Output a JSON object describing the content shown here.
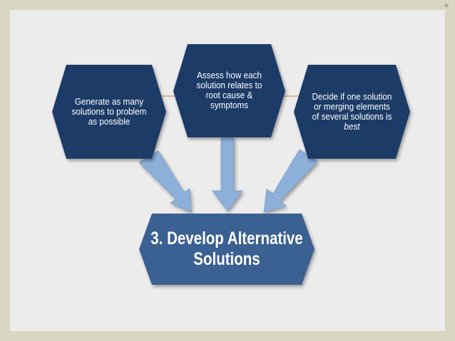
{
  "corner_icon": "four-point-sparkle-icon",
  "colors": {
    "outer_background": "#d9d6c1",
    "slide_background": "#ececec",
    "dark_hexagon": "#1e3a66",
    "main_hexagon": "#3a6192",
    "arrow_fill": "#8db0da",
    "connector_line": "#c8873a"
  },
  "nodes": {
    "left": {
      "lines": [
        "Generate as many",
        "solutions to problem",
        "as possible"
      ]
    },
    "center": {
      "lines": [
        "Assess how each",
        "solution relates to",
        "root cause &",
        "symptoms"
      ]
    },
    "right": {
      "line1": "Decide if one solution",
      "line2_italic": "or",
      "line2_rest": " merging elements",
      "line3": "of several solutions is",
      "line4_italic": "best"
    },
    "main": {
      "lines": [
        "3. Develop Alternative",
        "Solutions"
      ]
    }
  }
}
